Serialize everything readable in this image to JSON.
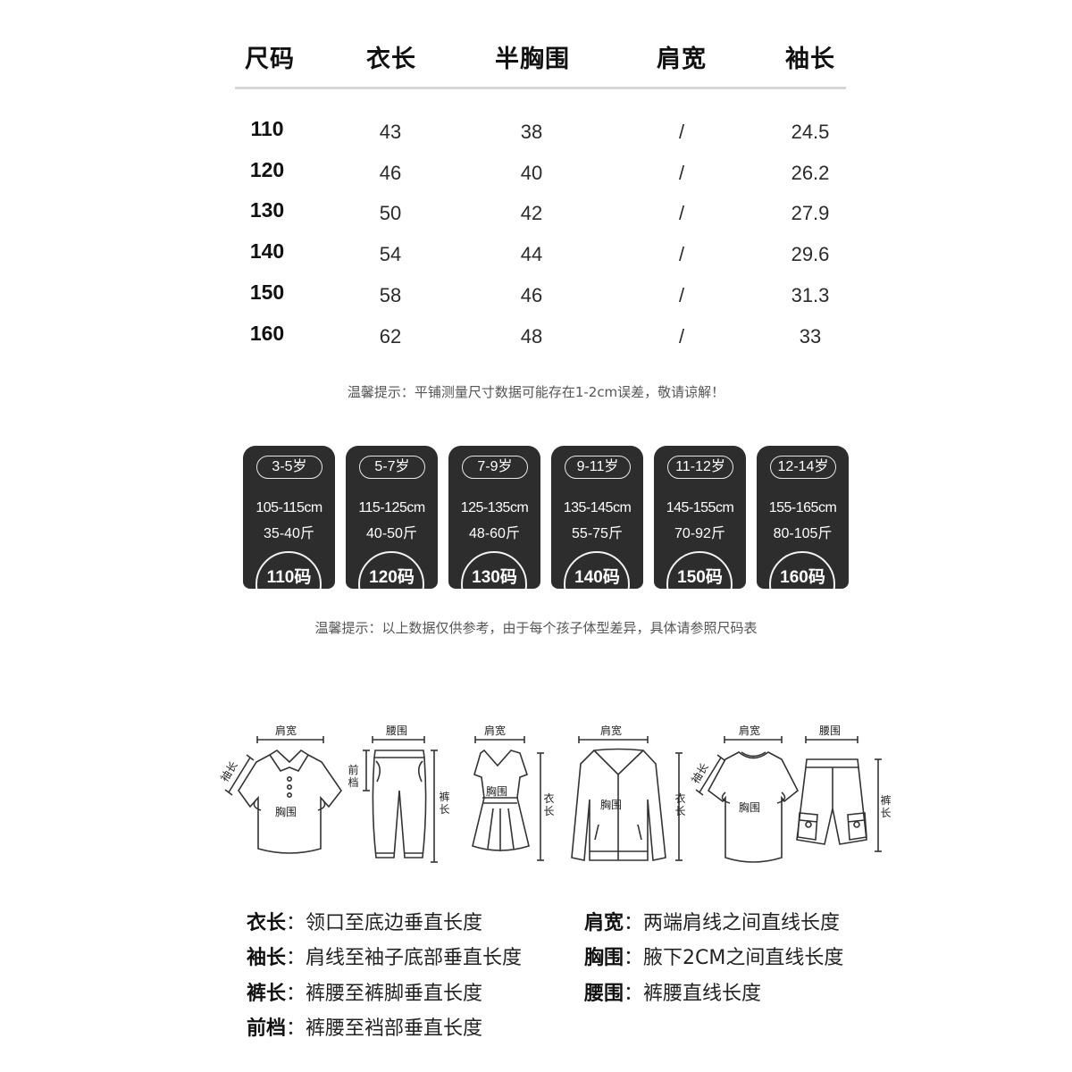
{
  "size_table": {
    "headers": [
      "尺码",
      "衣长",
      "半胸围",
      "肩宽",
      "袖长"
    ],
    "rows": [
      {
        "size": "110",
        "length": "43",
        "half_chest": "38",
        "shoulder": "/",
        "sleeve": "24.5"
      },
      {
        "size": "120",
        "length": "46",
        "half_chest": "40",
        "shoulder": "/",
        "sleeve": "26.2"
      },
      {
        "size": "130",
        "length": "50",
        "half_chest": "42",
        "shoulder": "/",
        "sleeve": "27.9"
      },
      {
        "size": "140",
        "length": "54",
        "half_chest": "44",
        "shoulder": "/",
        "sleeve": "29.6"
      },
      {
        "size": "150",
        "length": "58",
        "half_chest": "46",
        "shoulder": "/",
        "sleeve": "31.3"
      },
      {
        "size": "160",
        "length": "62",
        "half_chest": "48",
        "shoulder": "/",
        "sleeve": "33"
      }
    ]
  },
  "notes": {
    "measurement_tip": "温馨提示：平铺测量尺寸数据可能存在1-2cm误差，敬请谅解！",
    "reference_tip": "温馨提示：以上数据仅供参考，由于每个孩子体型差异，具体请参照尺码表"
  },
  "size_cards": [
    {
      "age": "3-5岁",
      "height": "105-115cm",
      "weight": "35-40斤",
      "size": "110码"
    },
    {
      "age": "5-7岁",
      "height": "115-125cm",
      "weight": "40-50斤",
      "size": "120码"
    },
    {
      "age": "7-9岁",
      "height": "125-135cm",
      "weight": "48-60斤",
      "size": "130码"
    },
    {
      "age": "9-11岁",
      "height": "135-145cm",
      "weight": "55-75斤",
      "size": "140码"
    },
    {
      "age": "11-12岁",
      "height": "145-155cm",
      "weight": "70-92斤",
      "size": "150码"
    },
    {
      "age": "12-14岁",
      "height": "155-165cm",
      "weight": "80-105斤",
      "size": "160码"
    }
  ],
  "diagram_labels": {
    "shoulder": "肩宽",
    "waist": "腰围",
    "chest": "胸围",
    "sleeve": "袖长",
    "rise": "前档",
    "pants_length": "裤长",
    "garment_length": "衣长"
  },
  "definitions": [
    {
      "term": "衣长",
      "desc": "领口至底边垂直长度"
    },
    {
      "term": "袖长",
      "desc": "肩线至袖子底部垂直长度"
    },
    {
      "term": "裤长",
      "desc": "裤腰至裤脚垂直长度"
    },
    {
      "term": "前档",
      "desc": "裤腰至裆部垂直长度"
    },
    {
      "term": "肩宽",
      "desc": "两端肩线之间直线长度"
    },
    {
      "term": "胸围",
      "desc": "腋下2CM之间直线长度"
    },
    {
      "term": "腰围",
      "desc": "裤腰直线长度"
    }
  ],
  "colors": {
    "card_bg": "#2d2d2d",
    "rule": "#d6d6d6",
    "text": "#222222"
  }
}
